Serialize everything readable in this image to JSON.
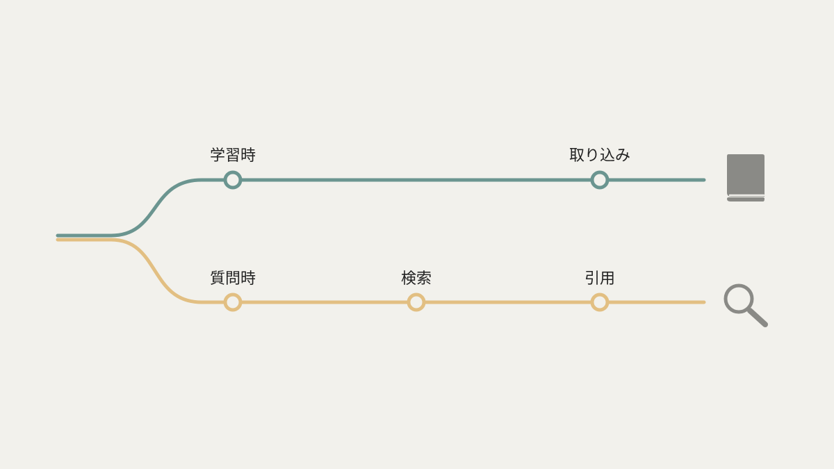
{
  "colors": {
    "background": "#f2f1ec",
    "line_learning": "#6b9590",
    "line_query": "#e2bf82",
    "icon_gray": "#8a8a86",
    "label_text": "#222222"
  },
  "branches": [
    {
      "name": "learning",
      "icon": "book-icon",
      "stations": [
        {
          "label": "学習時"
        },
        {
          "label": "取り込み"
        }
      ]
    },
    {
      "name": "query",
      "icon": "search-icon",
      "stations": [
        {
          "label": "質問時"
        },
        {
          "label": "検索"
        },
        {
          "label": "引用"
        }
      ]
    }
  ]
}
